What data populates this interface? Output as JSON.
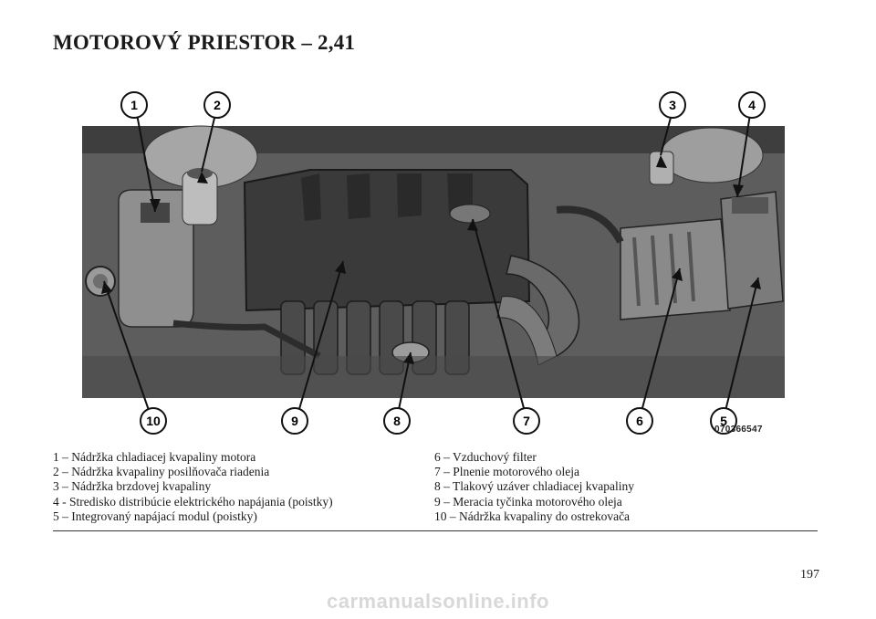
{
  "page": {
    "title": "MOTOROVÝ PRIESTOR – 2,41",
    "page_number": "197",
    "watermark": "carmanualsonline.info"
  },
  "figure": {
    "code": "070366547",
    "callouts_top": [
      "1",
      "2",
      "3",
      "4"
    ],
    "callouts_bottom": [
      "10",
      "9",
      "8",
      "7",
      "6",
      "5"
    ]
  },
  "legend": {
    "left": [
      "1 – Nádržka chladiacej kvapaliny motora",
      "2 – Nádržka kvapaliny posilňovača riadenia",
      "3 – Nádržka brzdovej kvapaliny",
      "4 - Stredisko distribúcie elektrického napájania (poistky)",
      "5 – Integrovaný napájací modul (poistky)"
    ],
    "right": [
      "6 – Vzduchový filter",
      "7 – Plnenie motorového oleja",
      "8 – Tlakový uzáver chladiacej kvapaliny",
      "9 – Meracia tyčinka motorového oleja",
      "10 – Nádržka kvapaliny do ostrekovača"
    ]
  }
}
